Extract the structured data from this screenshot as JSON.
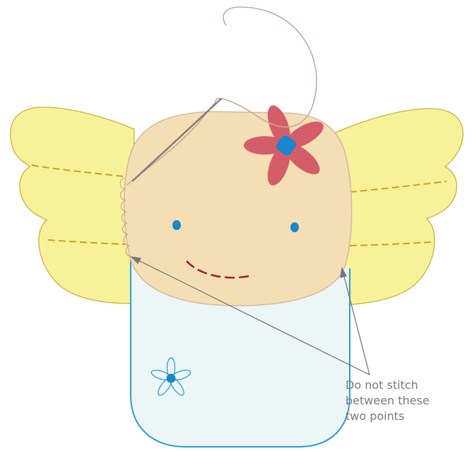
{
  "annotation": {
    "lines": [
      "Do not stitch",
      "between these",
      "two points"
    ]
  },
  "colors": {
    "wing_fill": "#f7f19a",
    "wing_stroke": "#c9b23a",
    "wing_dash": "#c9a21c",
    "head_fill": "#f4dfb4",
    "head_stroke": "#d9b9a3",
    "body_fill": "#edf6f7",
    "body_stroke": "#2a9fd6",
    "flower_petal": "#d45d6a",
    "flower_center": "#1a86cc",
    "eye": "#1a86cc",
    "mouth": "#a0192e",
    "thread": "#c9a7a0",
    "needle": "#555555",
    "pointer": "#777777"
  },
  "icons": [
    "angel-doll-illustration",
    "sewing-needle-icon",
    "flower-icon"
  ]
}
